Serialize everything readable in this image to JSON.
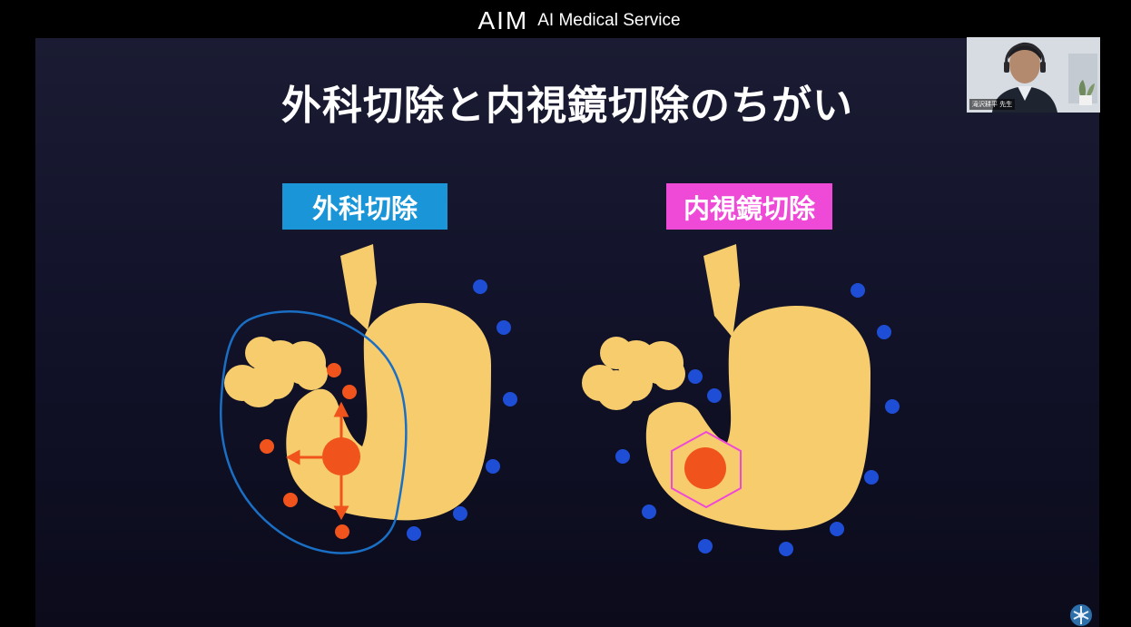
{
  "brand": {
    "logo_text": "AIM",
    "subtitle": "AI Medical Service"
  },
  "slide": {
    "title": "外科切除と内視鏡切除のちがい",
    "labels": {
      "surgical": "外科切除",
      "endoscopic": "内視鏡切除"
    }
  },
  "colors": {
    "stomach": "#f6cc6d",
    "lymph_node_blue": "#1f4ed6",
    "tumor_orange": "#f0531c",
    "surgical_label_bg": "#1a96d8",
    "endoscopic_label_bg": "#ef49d8",
    "resection_outline": "#1a6fc4",
    "hexagon_outline": "#ef49d8"
  },
  "webcam": {
    "name": "滝沢耕平 先生"
  },
  "icons": {
    "corner": "logo-icon"
  }
}
